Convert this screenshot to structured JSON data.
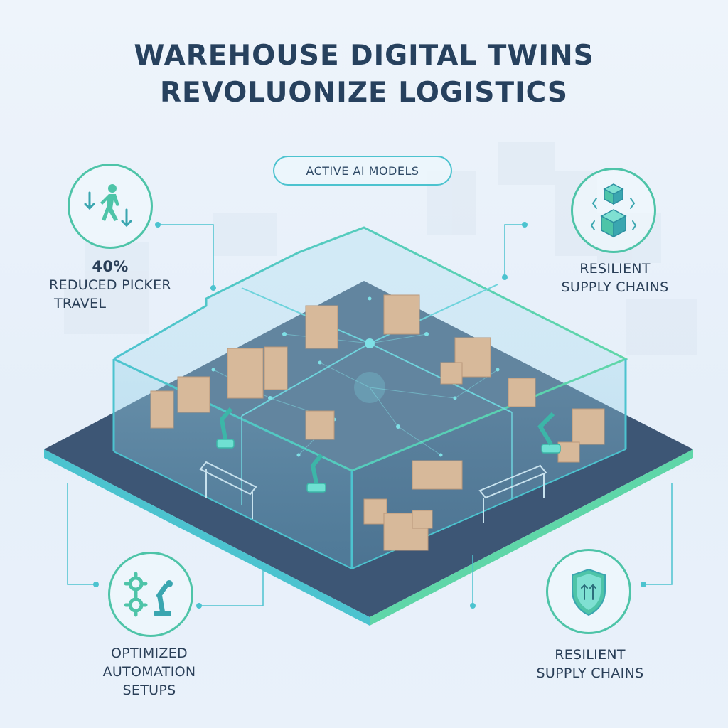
{
  "header": {
    "title_line1": "WAREHOUSE DIGITAL TWINS",
    "title_line2": "REVOLUONIZE LOGISTICS"
  },
  "badge": {
    "label": "ACTIVE AI MODELS"
  },
  "callouts": {
    "top_left": {
      "stat": "40%",
      "line1": "REDUCED PICKER",
      "line2": "TRAVEL",
      "icon": "walking-picker-icon"
    },
    "top_right": {
      "line1": "RESILIENT",
      "line2": "SUPPLY CHAINS",
      "icon": "supply-chain-cubes-icon"
    },
    "bottom_left": {
      "line1": "OPTIMIZED",
      "line2": "AUTOMATION",
      "line3": "SETUPS",
      "icon": "gears-robot-arm-icon"
    },
    "bottom_right": {
      "line1": "RESILIENT",
      "line2": "SUPPLY CHAINS",
      "icon": "shield-icon"
    }
  },
  "colors": {
    "accent_teal": "#4cc3cf",
    "accent_green": "#4ec4a8",
    "title_navy": "#27415e",
    "floor_navy": "#3d5675"
  }
}
